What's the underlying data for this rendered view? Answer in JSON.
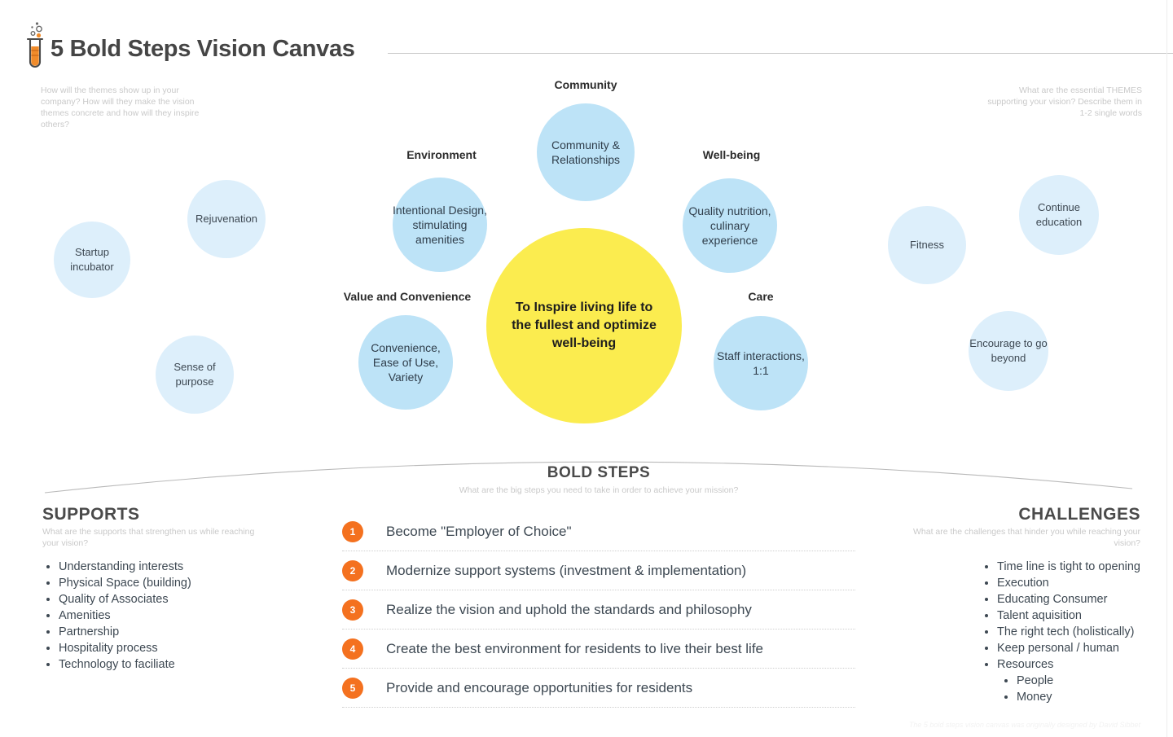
{
  "header": {
    "title": "5 Bold Steps Vision Canvas",
    "logo_icon": "test-tube-icon"
  },
  "hints": {
    "left": "How will the themes show up in your company? How will they make the vision themes concrete and how will they inspire others?",
    "right": "What are the essential THEMES supporting your vision? Describe them in 1-2 single words"
  },
  "vision": {
    "center_text": "To Inspire living life to the fullest and optimize well-being"
  },
  "themes": [
    {
      "label": "Community",
      "bubble": "Community & Relationships"
    },
    {
      "label": "Environment",
      "bubble": "Intentional Design, stimulating amenities"
    },
    {
      "label": "Well-being",
      "bubble": "Quality nutrition, culinary experience"
    },
    {
      "label": "Value and Convenience",
      "bubble": "Convenience, Ease of Use, Variety"
    },
    {
      "label": "Care",
      "bubble": "Staff interactions, 1:1"
    }
  ],
  "outer_bubbles": [
    {
      "text": "Startup incubator"
    },
    {
      "text": "Rejuvenation"
    },
    {
      "text": "Sense of purpose"
    },
    {
      "text": "Fitness"
    },
    {
      "text": "Continue education"
    },
    {
      "text": "Encourage to go beyond"
    }
  ],
  "bold_steps": {
    "title": "BOLD STEPS",
    "subtitle": "What are the big steps you need to take in order to achieve your mission?",
    "items": [
      {
        "num": "1",
        "text": "Become \"Employer of Choice\""
      },
      {
        "num": "2",
        "text": "Modernize support systems (investment & implementation)"
      },
      {
        "num": "3",
        "text": "Realize the vision and uphold the standards and philosophy"
      },
      {
        "num": "4",
        "text": "Create the best environment for residents to live their best life"
      },
      {
        "num": "5",
        "text": "Provide and encourage opportunities for residents"
      }
    ]
  },
  "supports": {
    "title": "SUPPORTS",
    "subtitle": "What are the supports that strengthen us while reaching your vision?",
    "items": [
      "Understanding interests",
      "Physical Space (building)",
      "Quality of Associates",
      "Amenities",
      "Partnership",
      "Hospitality process",
      "Technology to faciliate"
    ]
  },
  "challenges": {
    "title": "CHALLENGES",
    "subtitle": "What are the challenges that hinder you while reaching your vision?",
    "items": [
      "Time line is tight to opening",
      "Execution",
      "Educating Consumer",
      "Talent aquisition",
      "The right tech (holistically)",
      "Keep personal / human",
      "Resources"
    ],
    "sub_items": [
      "People",
      "Money"
    ]
  },
  "footer": {
    "note": "The 5 bold steps vision canvas was originally designed by David Sibbet"
  },
  "colors": {
    "accent_orange": "#f4711f",
    "center_yellow": "#fbec4f",
    "inner_bubble_blue": "#bde3f7",
    "outer_bubble_blue": "#ddeffb",
    "hint_gray": "#c9c9c9"
  }
}
